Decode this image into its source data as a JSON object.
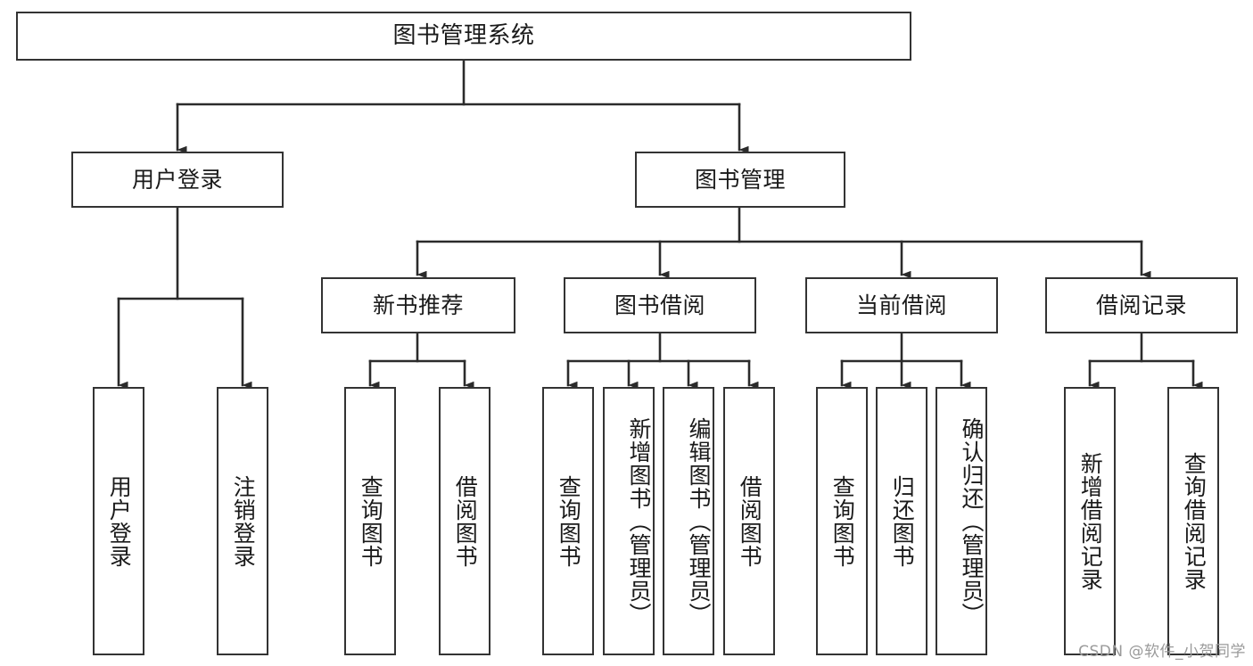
{
  "diagram": {
    "title": "图书管理系统",
    "type": "tree-hierarchy-diagram",
    "colors": {
      "box_border": "#333333",
      "box_fill": "#ffffff",
      "connector": "#333333",
      "text": "#1a1a1a",
      "watermark": "#9a9a9a",
      "background": "#ffffff"
    },
    "root": {
      "label": "图书管理系统"
    },
    "level2": [
      {
        "label": "用户登录"
      },
      {
        "label": "图书管理"
      }
    ],
    "level3": [
      {
        "label": "新书推荐"
      },
      {
        "label": "图书借阅"
      },
      {
        "label": "当前借阅"
      },
      {
        "label": "借阅记录"
      }
    ],
    "leaves": {
      "user_login": [
        {
          "label": "用户登录"
        },
        {
          "label": "注销登录"
        }
      ],
      "new_book_recommend": [
        {
          "label": "查询图书"
        },
        {
          "label": "借阅图书"
        }
      ],
      "book_borrow": [
        {
          "label": "查询图书"
        },
        {
          "label": "新增图书（管理员）"
        },
        {
          "label": "编辑图书（管理员）"
        },
        {
          "label": "借阅图书"
        }
      ],
      "current_borrow": [
        {
          "label": "查询图书"
        },
        {
          "label": "归还图书"
        },
        {
          "label": "确认归还（管理员）"
        }
      ],
      "borrow_record": [
        {
          "label": "新增借阅记录"
        },
        {
          "label": "查询借阅记录"
        }
      ]
    },
    "watermark": "CSDN @软件_小贺同学"
  }
}
